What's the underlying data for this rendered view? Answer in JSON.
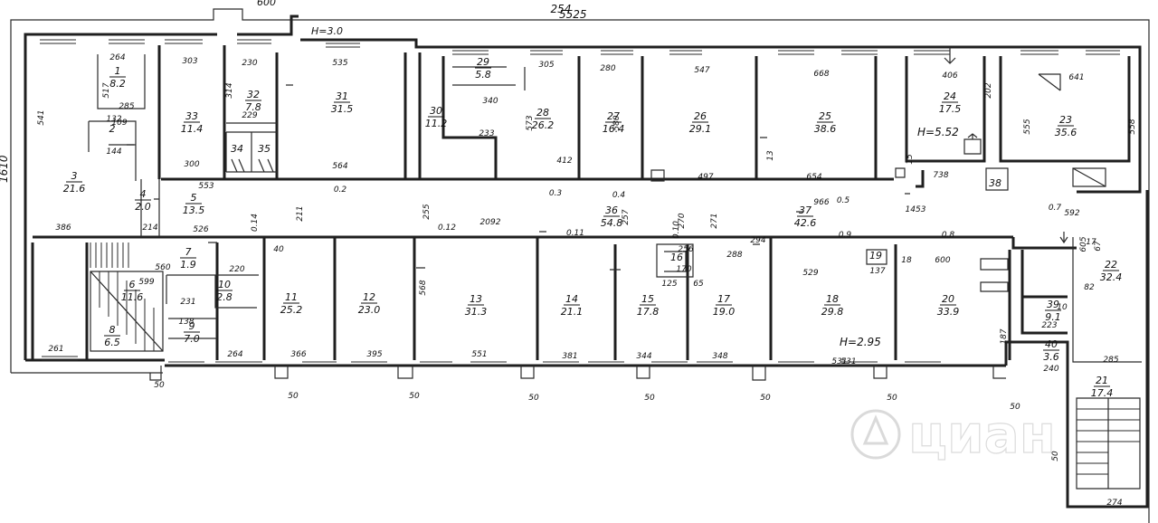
{
  "plan": {
    "overall_length": "5525",
    "overall_width": "1610",
    "top_note": "H=3.0",
    "top_fragment": "600",
    "height_notes": {
      "room24": "H=5.52",
      "room18": "H=2.95"
    }
  },
  "watermark": {
    "logo_text": "циан"
  },
  "rooms": [
    {
      "no": "1",
      "area": "8.2"
    },
    {
      "no": "2",
      "area": ""
    },
    {
      "no": "3",
      "area": "21.6"
    },
    {
      "no": "4",
      "area": "2.0"
    },
    {
      "no": "5",
      "area": "13.5"
    },
    {
      "no": "6",
      "area": "11.6"
    },
    {
      "no": "7",
      "area": "1.9"
    },
    {
      "no": "8",
      "area": "6.5"
    },
    {
      "no": "9",
      "area": "7.0"
    },
    {
      "no": "10",
      "area": "2.8"
    },
    {
      "no": "11",
      "area": "25.2"
    },
    {
      "no": "12",
      "area": "23.0"
    },
    {
      "no": "13",
      "area": "31.3"
    },
    {
      "no": "14",
      "area": "21.1"
    },
    {
      "no": "15",
      "area": "17.8"
    },
    {
      "no": "16",
      "area": ""
    },
    {
      "no": "17",
      "area": "19.0"
    },
    {
      "no": "18",
      "area": "29.8"
    },
    {
      "no": "19",
      "area": ""
    },
    {
      "no": "20",
      "area": "33.9"
    },
    {
      "no": "21",
      "area": "17.4"
    },
    {
      "no": "22",
      "area": "32.4"
    },
    {
      "no": "23",
      "area": "35.6"
    },
    {
      "no": "24",
      "area": "17.5"
    },
    {
      "no": "25",
      "area": "38.6"
    },
    {
      "no": "26",
      "area": "29.1"
    },
    {
      "no": "27",
      "area": "16.4"
    },
    {
      "no": "28",
      "area": "26.2"
    },
    {
      "no": "29",
      "area": "5.8"
    },
    {
      "no": "30",
      "area": "11.2"
    },
    {
      "no": "31",
      "area": "31.5"
    },
    {
      "no": "32",
      "area": "7.8"
    },
    {
      "no": "33",
      "area": "11.4"
    },
    {
      "no": "34",
      "area": ""
    },
    {
      "no": "35",
      "area": ""
    },
    {
      "no": "36",
      "area": "54.8"
    },
    {
      "no": "37",
      "area": "42.6"
    },
    {
      "no": "38",
      "area": ""
    },
    {
      "no": "39",
      "area": "9.1"
    },
    {
      "no": "40",
      "area": "3.6"
    }
  ],
  "dimensions": [
    "254",
    "264",
    "303",
    "230",
    "535",
    "305",
    "280",
    "547",
    "668",
    "406",
    "641",
    "340",
    "233",
    "412",
    "285",
    "132",
    "109",
    "144",
    "229",
    "314",
    "300",
    "564",
    "553",
    "526",
    "214",
    "386",
    "261",
    "560",
    "599",
    "220",
    "231",
    "138",
    "264",
    "366",
    "395",
    "551",
    "381",
    "344",
    "348",
    "288",
    "256",
    "170",
    "125",
    "65",
    "294",
    "529",
    "137",
    "600",
    "531",
    "654",
    "738",
    "592",
    "1453",
    "2092",
    "966",
    "497",
    "541",
    "517",
    "573",
    "580",
    "568",
    "555",
    "558",
    "285",
    "274",
    "187",
    "202",
    "531",
    "605",
    "223",
    "240",
    "211",
    "255",
    "257",
    "271",
    "270",
    "50",
    "50",
    "50",
    "50",
    "50",
    "50",
    "50",
    "50",
    "50"
  ],
  "misc_marks": [
    "0.14",
    "0.12",
    "0.11",
    "0.10",
    "0.9",
    "0.8",
    "0.7",
    "0.5",
    "0.4",
    "0.3",
    "0.2",
    "40",
    "13",
    "15",
    "10",
    "18",
    "67",
    "17",
    "82"
  ]
}
